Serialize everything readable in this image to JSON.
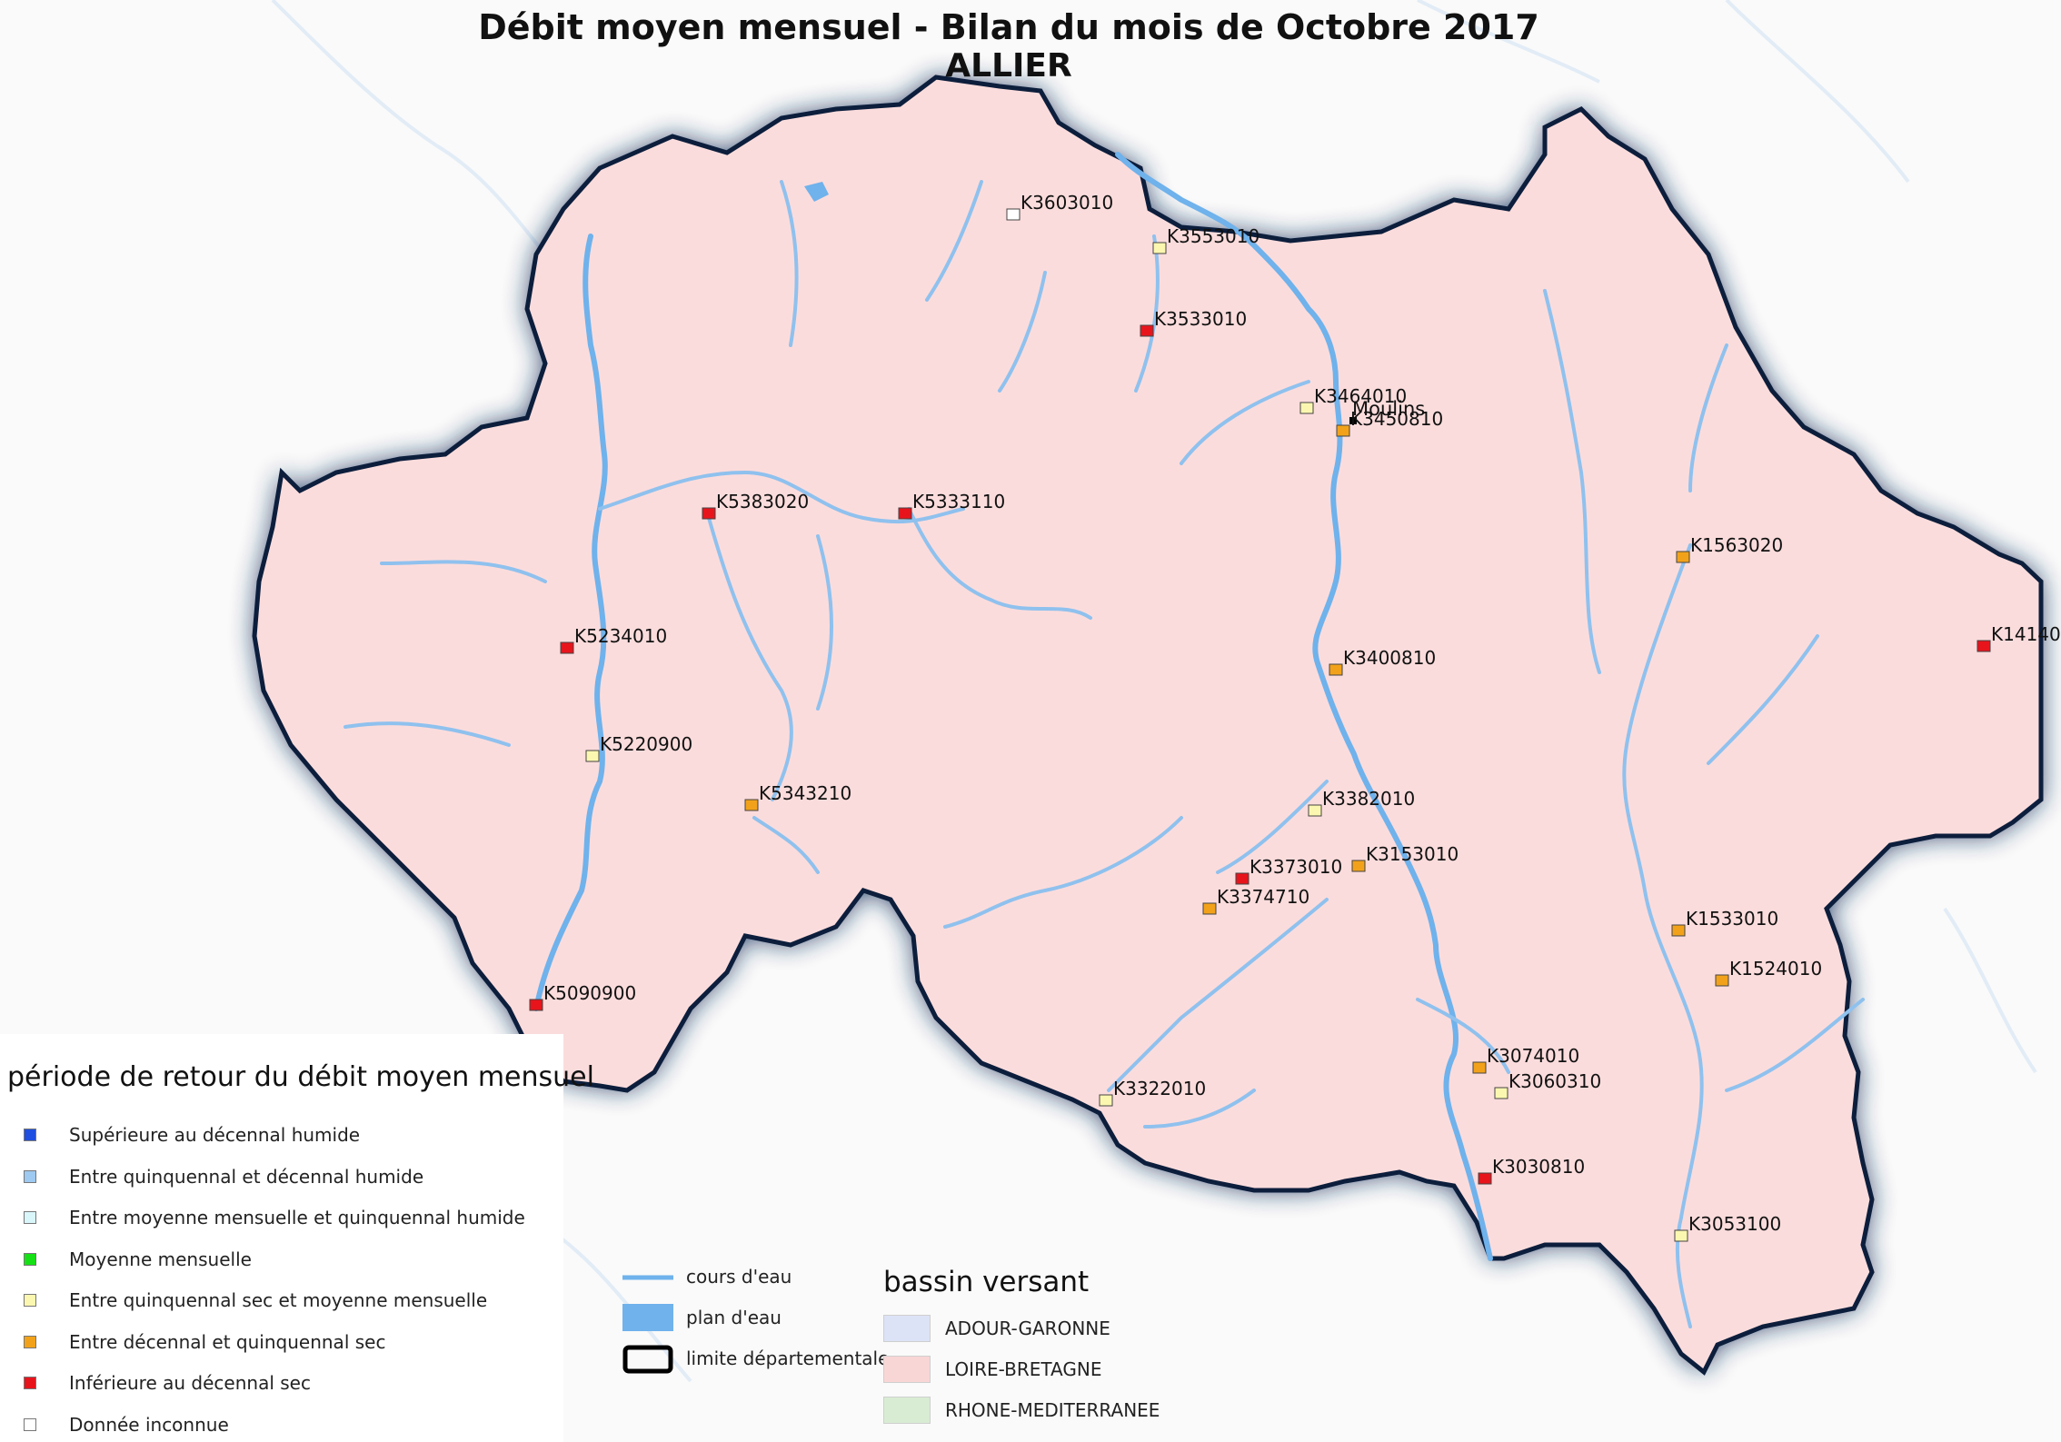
{
  "title_line1": "Débit moyen mensuel - Bilan du mois de Octobre 2017",
  "title_line2": "ALLIER",
  "colors": {
    "superieure_decennal_humide": "#1f4fe0",
    "entre_quinquennal_decennal_humide": "#9ec9f0",
    "entre_moyenne_quinquennal_humide": "#d9f6fb",
    "moyenne_mensuelle": "#15e015",
    "entre_quinquennal_sec_moyenne": "#fbf7b0",
    "entre_decennal_quinquennal_sec": "#f2a21a",
    "inferieure_decennal_sec": "#e8141c",
    "donnee_inconnue": "#ffffff",
    "river": "#6fb2ec",
    "department_fill": "#fbdcdc",
    "department_border": "#0c1e3c",
    "adour_garonne": "#dde3f6",
    "loire_bretagne": "#f9d6d6",
    "rhone_mediterranee": "#d8ecd3"
  },
  "stations": [
    {
      "code": "K3603010",
      "class": "donnee_inconnue"
    },
    {
      "code": "K3553010",
      "class": "entre_quinquennal_sec_moyenne"
    },
    {
      "code": "K3533010",
      "class": "inferieure_decennal_sec"
    },
    {
      "code": "K3464010",
      "class": "entre_quinquennal_sec_moyenne"
    },
    {
      "code": "K3450810",
      "class": "entre_decennal_quinquennal_sec"
    },
    {
      "code": "K5383020",
      "class": "inferieure_decennal_sec"
    },
    {
      "code": "K5333110",
      "class": "inferieure_decennal_sec"
    },
    {
      "code": "K1563020",
      "class": "entre_decennal_quinquennal_sec"
    },
    {
      "code": "K5234010",
      "class": "inferieure_decennal_sec"
    },
    {
      "code": "K3400810",
      "class": "entre_decennal_quinquennal_sec"
    },
    {
      "code": "K14140",
      "class": "inferieure_decennal_sec"
    },
    {
      "code": "K5220900",
      "class": "entre_quinquennal_sec_moyenne"
    },
    {
      "code": "K5343210",
      "class": "entre_decennal_quinquennal_sec"
    },
    {
      "code": "K3382010",
      "class": "entre_quinquennal_sec_moyenne"
    },
    {
      "code": "K3153010",
      "class": "entre_decennal_quinquennal_sec"
    },
    {
      "code": "K3373010",
      "class": "inferieure_decennal_sec"
    },
    {
      "code": "K3374710",
      "class": "entre_decennal_quinquennal_sec"
    },
    {
      "code": "K1533010",
      "class": "entre_decennal_quinquennal_sec"
    },
    {
      "code": "K1524010",
      "class": "entre_decennal_quinquennal_sec"
    },
    {
      "code": "K5090900",
      "class": "inferieure_decennal_sec"
    },
    {
      "code": "K3074010",
      "class": "entre_decennal_quinquennal_sec"
    },
    {
      "code": "K3060310",
      "class": "entre_quinquennal_sec_moyenne"
    },
    {
      "code": "K3322010",
      "class": "entre_quinquennal_sec_moyenne"
    },
    {
      "code": "K3030810",
      "class": "inferieure_decennal_sec"
    },
    {
      "code": "K3053100",
      "class": "entre_quinquennal_sec_moyenne"
    }
  ],
  "city": {
    "name": "Moulins"
  },
  "legend_period": {
    "title": "période de retour du débit moyen mensuel",
    "items": [
      {
        "label": "Supérieure au décennal humide",
        "class": "superieure_decennal_humide"
      },
      {
        "label": "Entre quinquennal et décennal humide",
        "class": "entre_quinquennal_decennal_humide"
      },
      {
        "label": "Entre moyenne mensuelle et quinquennal humide",
        "class": "entre_moyenne_quinquennal_humide"
      },
      {
        "label": "Moyenne mensuelle",
        "class": "moyenne_mensuelle"
      },
      {
        "label": "Entre quinquennal sec et moyenne mensuelle",
        "class": "entre_quinquennal_sec_moyenne"
      },
      {
        "label": "Entre décennal et quinquennal sec",
        "class": "entre_decennal_quinquennal_sec"
      },
      {
        "label": "Inférieure au décennal sec",
        "class": "inferieure_decennal_sec"
      },
      {
        "label": "Donnée inconnue",
        "class": "donnee_inconnue"
      }
    ]
  },
  "legend_lines": {
    "cours_eau": "cours d'eau",
    "plan_eau": "plan d'eau",
    "limite_departementale": "limite départementale"
  },
  "legend_basin": {
    "title": "bassin versant",
    "items": [
      {
        "label": "ADOUR-GARONNE",
        "class": "adour_garonne"
      },
      {
        "label": "LOIRE-BRETAGNE",
        "class": "loire_bretagne"
      },
      {
        "label": "RHONE-MEDITERRANEE",
        "class": "rhone_mediterranee"
      }
    ]
  }
}
